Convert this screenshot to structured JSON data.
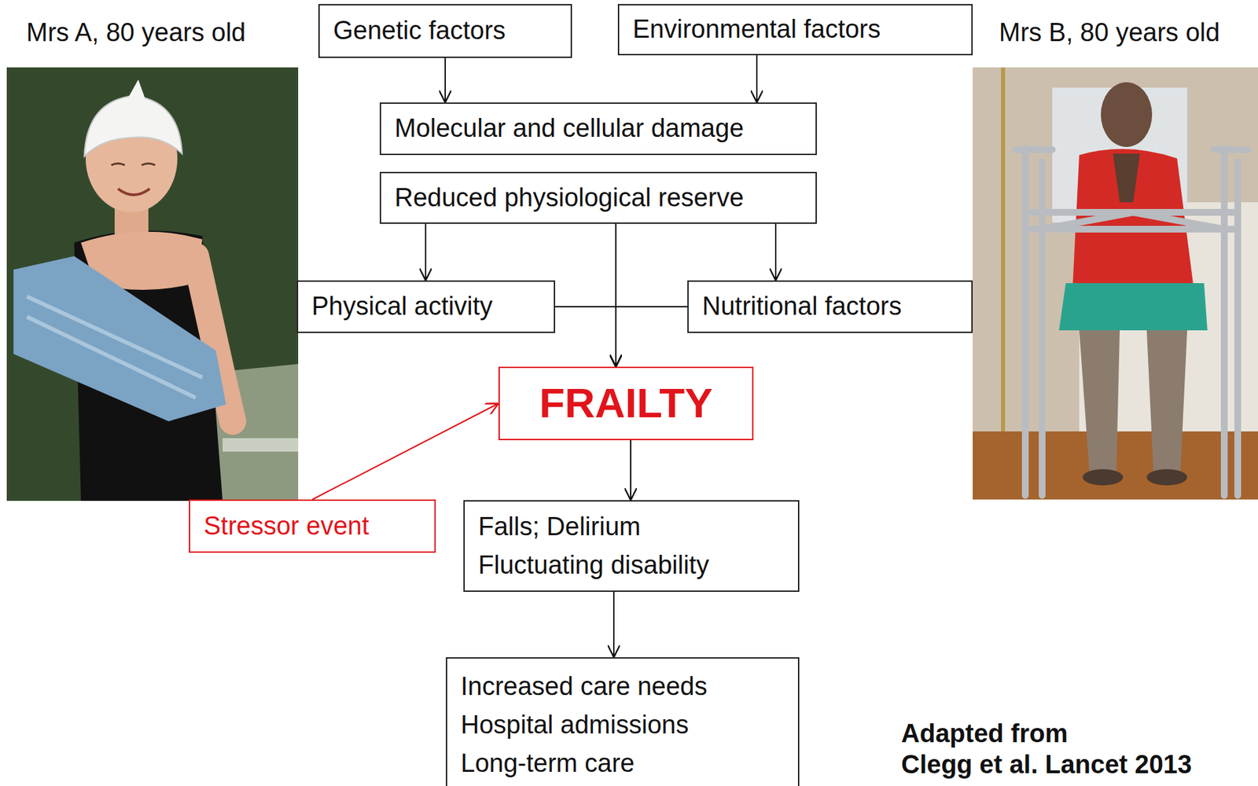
{
  "diagram": {
    "nodes": [
      {
        "text": [
          "Genetic factors"
        ]
      },
      {
        "text": [
          "Environmental factors"
        ]
      },
      {
        "text": [
          "Molecular and cellular damage"
        ]
      },
      {
        "text": [
          "Reduced physiological reserve"
        ]
      },
      {
        "text": [
          "Physical activity"
        ]
      },
      {
        "text": [
          "Nutritional factors"
        ]
      },
      {
        "text": [
          "FRAILTY"
        ]
      },
      {
        "text": [
          "Stressor event"
        ]
      },
      {
        "text": [
          "Falls; Delirium",
          "Fluctuating disability"
        ]
      },
      {
        "text": [
          "Increased care needs",
          "Hospital admissions",
          "Long-term care"
        ]
      }
    ],
    "edges": [
      {
        "from": 0,
        "to": 2,
        "arrow": "to"
      },
      {
        "from": 1,
        "to": 2,
        "arrow": "to"
      },
      {
        "from": 3,
        "to": 4,
        "arrow": "to"
      },
      {
        "from": 3,
        "to": 6,
        "arrow": "to"
      },
      {
        "from": 3,
        "to": 5,
        "arrow": "to"
      },
      {
        "from": 4,
        "to": 6,
        "arrow": "to"
      },
      {
        "from": 5,
        "to": 6,
        "arrow": "to"
      },
      {
        "from": 7,
        "to": 6,
        "arrow": "to"
      },
      {
        "from": 6,
        "to": 8,
        "arrow": "to"
      },
      {
        "from": 8,
        "to": 9,
        "arrow": "to"
      }
    ],
    "labels": [
      "Mrs A, 80 years old",
      "Mrs B, 80 years old",
      "Adapted from",
      "Clegg et al. Lancet 2013"
    ]
  }
}
